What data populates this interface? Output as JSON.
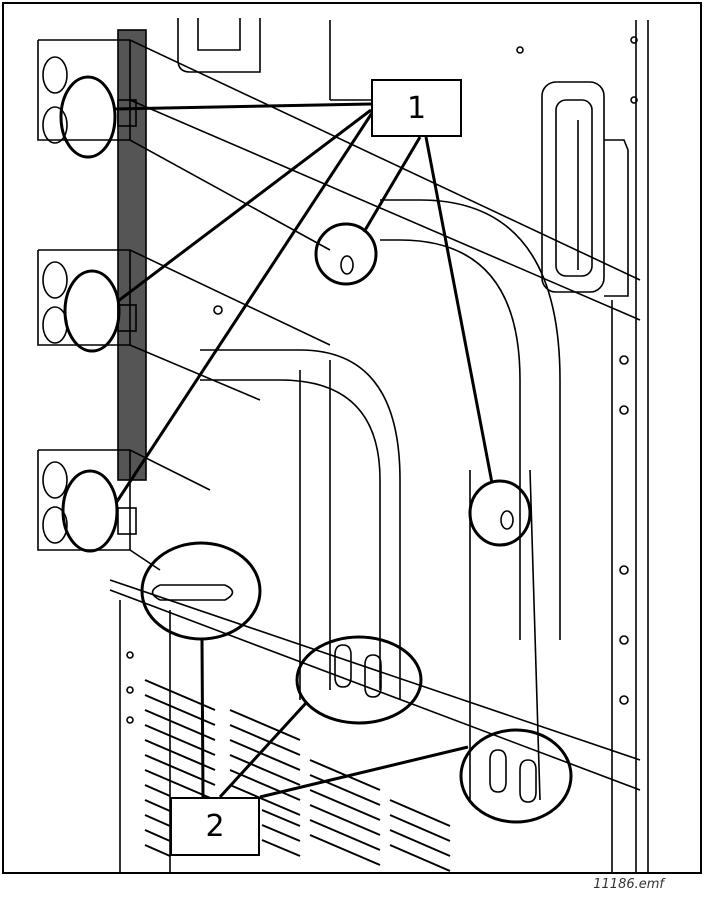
{
  "callouts": {
    "one": "1",
    "two": "2"
  },
  "filename": "11186.emf"
}
